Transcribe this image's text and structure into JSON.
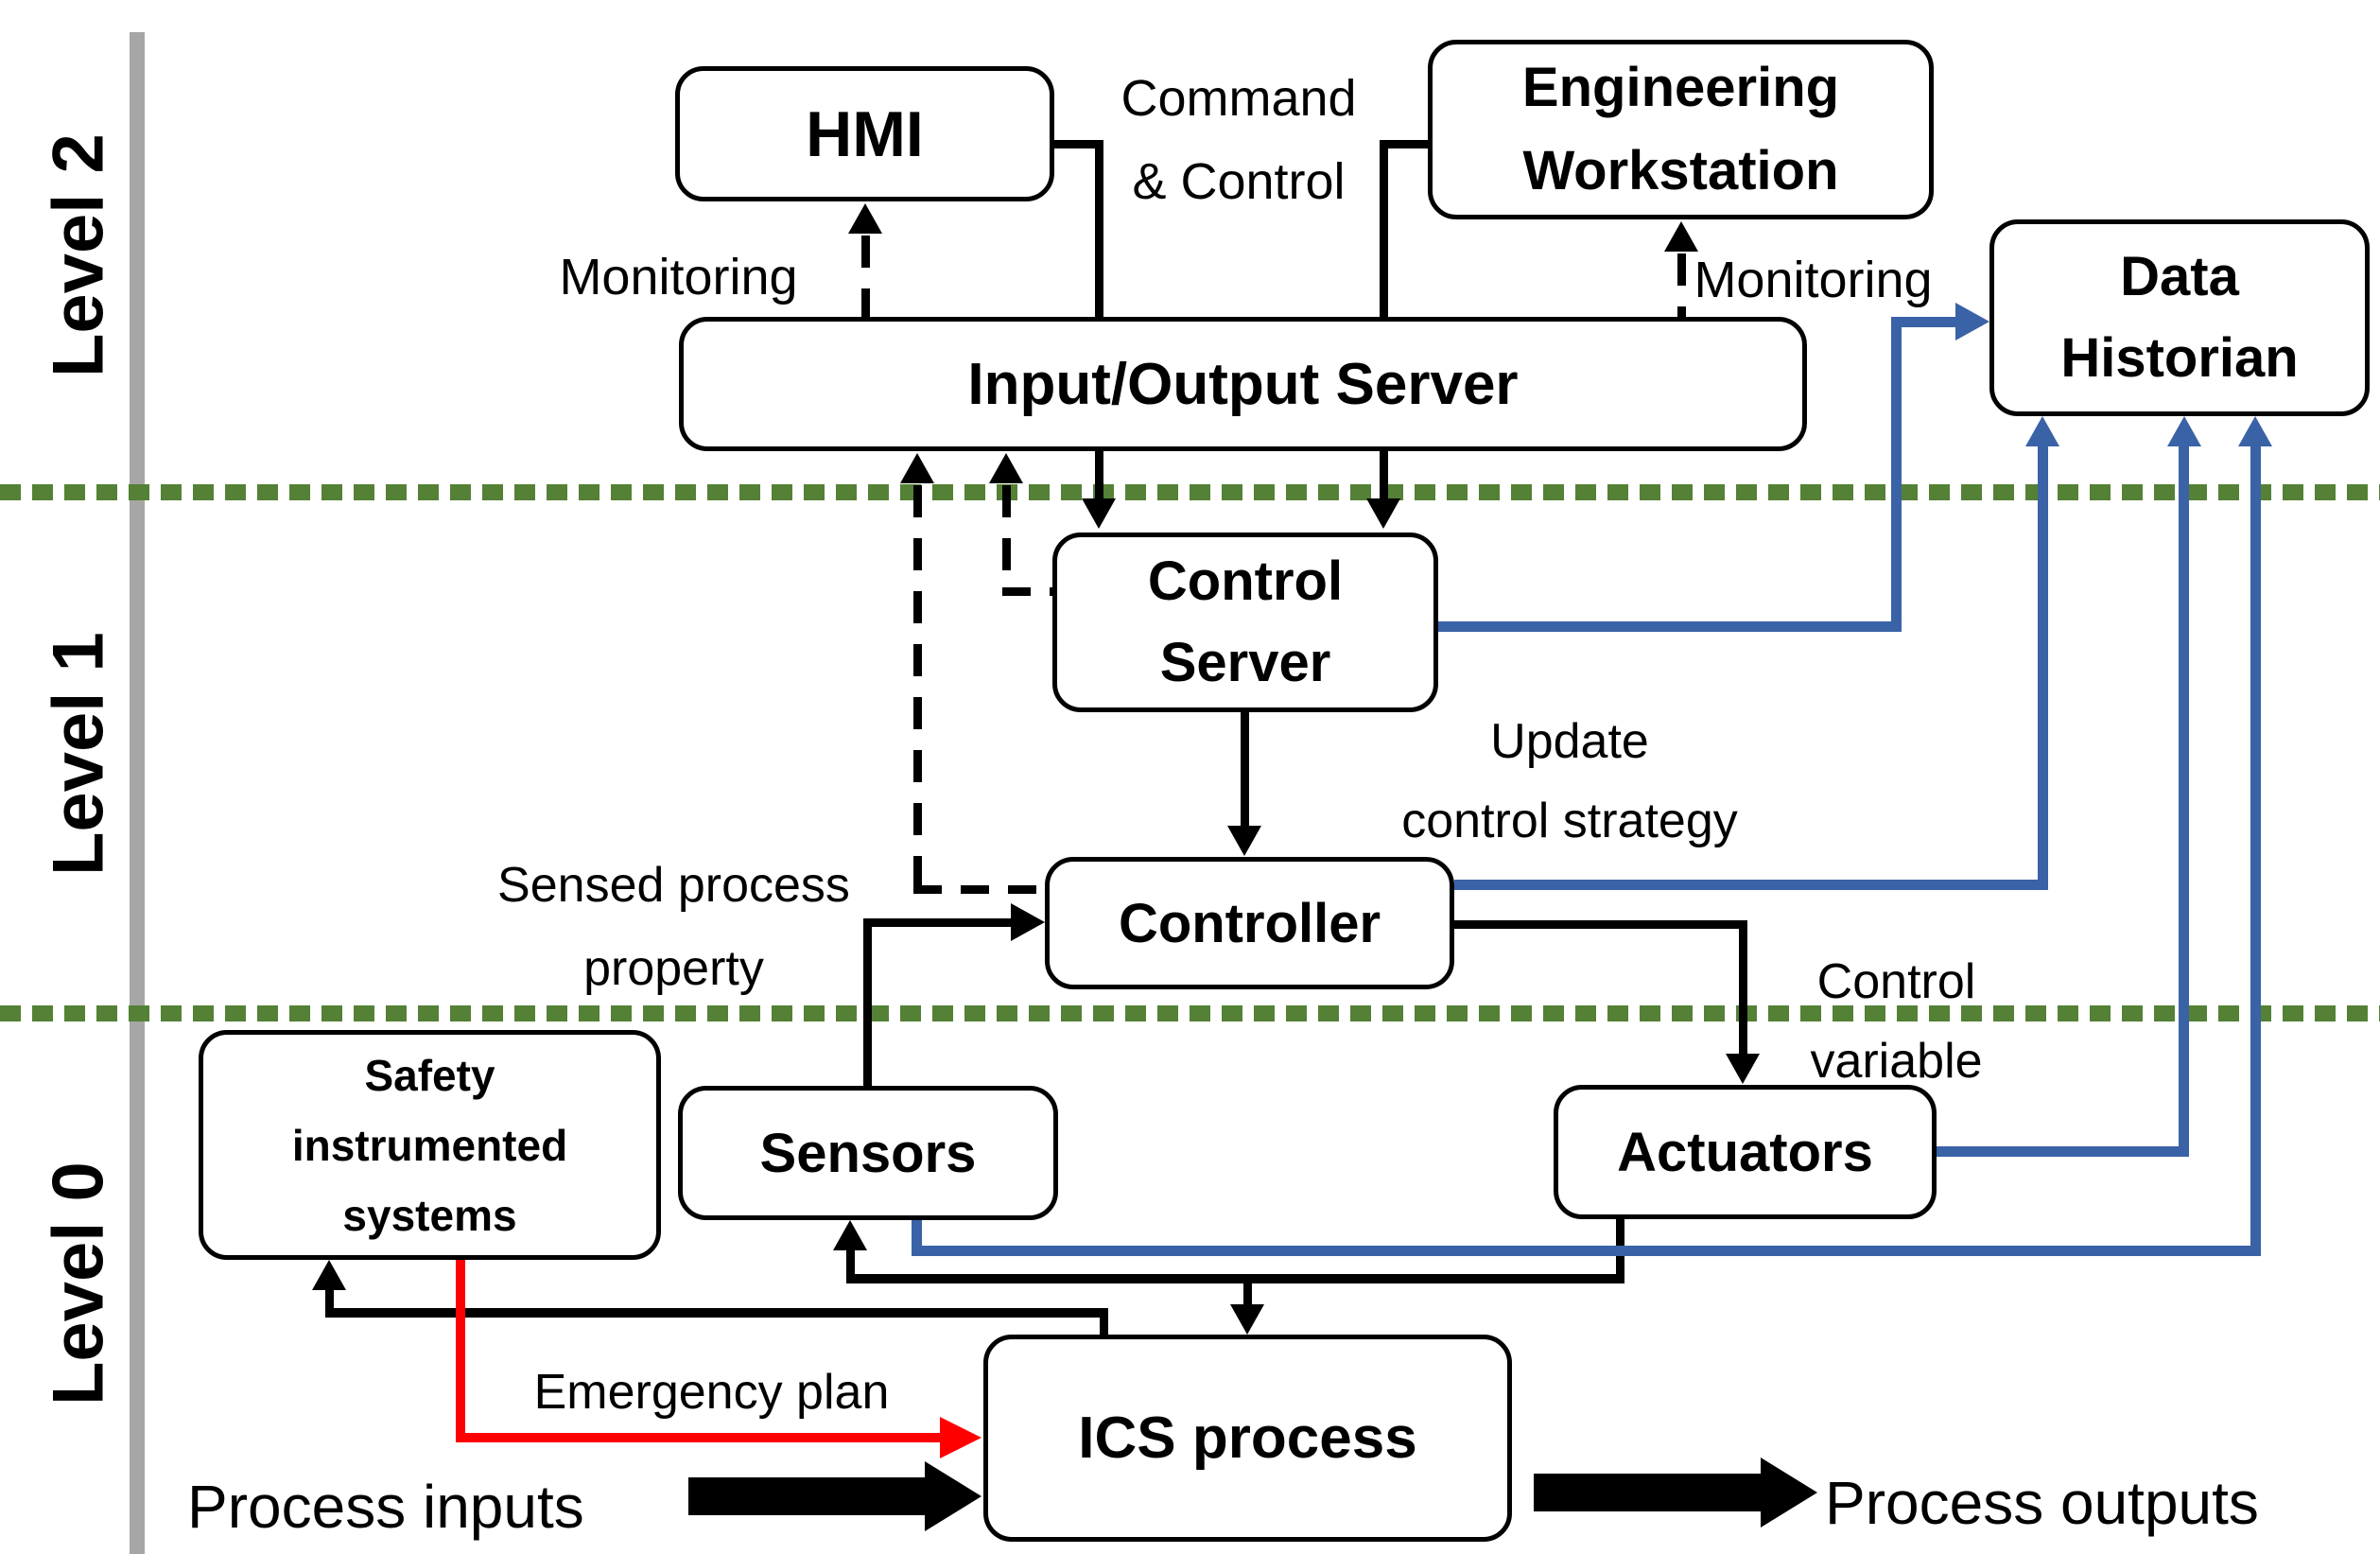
{
  "colors": {
    "green_divider": "#548135",
    "blue_flow": "#3a62a6",
    "red_emergency": "#ff0000",
    "gray_bar": "#a6a6a6"
  },
  "levels": {
    "level2": {
      "label": "Level 2"
    },
    "level1": {
      "label": "Level 1"
    },
    "level0": {
      "label": "Level 0"
    }
  },
  "nodes": {
    "hmi": {
      "label": "HMI"
    },
    "engineering_workstation": {
      "label": "Engineering Workstation"
    },
    "io_server": {
      "label": "Input/Output Server"
    },
    "data_historian": {
      "label": "Data Historian"
    },
    "control_server": {
      "label": "Control Server"
    },
    "controller": {
      "label": "Controller"
    },
    "sensors": {
      "label": "Sensors"
    },
    "actuators": {
      "label": "Actuators"
    },
    "safety_instrumented_systems": {
      "label": "Safety instrumented systems"
    },
    "ics_process": {
      "label": "ICS process"
    }
  },
  "edge_labels": {
    "command_control": {
      "line1": "Command",
      "line2": "& Control"
    },
    "monitoring_left": {
      "label": "Monitoring"
    },
    "monitoring_right": {
      "label": "Monitoring"
    },
    "update_control_strategy": {
      "line1": "Update",
      "line2": "control strategy"
    },
    "sensed_process_property": {
      "line1": "Sensed process",
      "line2": "property"
    },
    "control_variable": {
      "line1": "Control",
      "line2": "variable"
    },
    "emergency_plan": {
      "label": "Emergency plan"
    },
    "process_inputs": {
      "label": "Process inputs"
    },
    "process_outputs": {
      "label": "Process outputs"
    }
  }
}
